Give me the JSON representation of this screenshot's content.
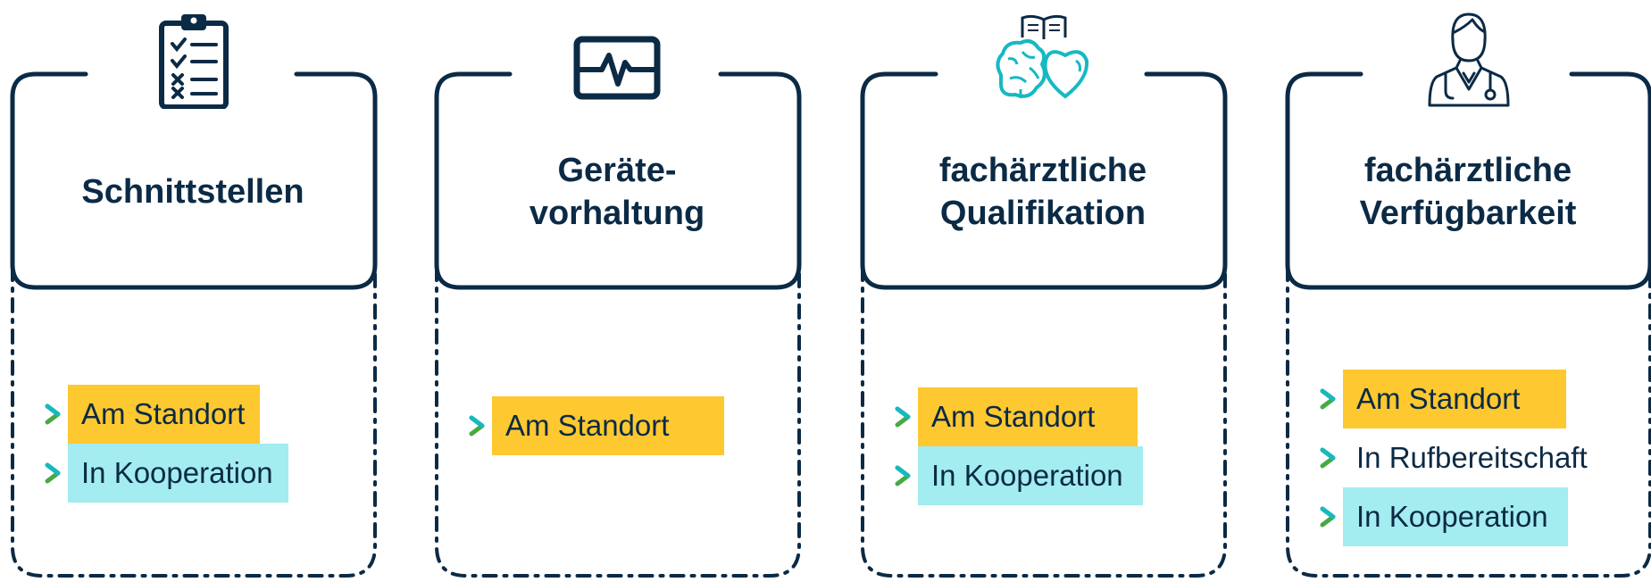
{
  "colors": {
    "navy": "#0b2a45",
    "teal": "#16b9c2",
    "green": "#47a945",
    "highlight_yellow": "#fec830",
    "highlight_cyan": "#a3ecf0"
  },
  "cards": [
    {
      "icon": "clipboard-checklist-icon",
      "title_lines": [
        "Schnittstellen"
      ],
      "options": [
        {
          "label": "Am Standort",
          "highlight": "yellow"
        },
        {
          "label": "In Kooperation",
          "highlight": "cyan"
        }
      ]
    },
    {
      "icon": "heartbeat-monitor-icon",
      "title_lines": [
        "Geräte-",
        "vorhaltung"
      ],
      "options": [
        {
          "label": "Am Standort",
          "highlight": "yellow"
        }
      ]
    },
    {
      "icon": "brain-book-heart-icon",
      "title_lines": [
        "fachärztliche",
        "Qualifikation"
      ],
      "options": [
        {
          "label": "Am Standort",
          "highlight": "yellow"
        },
        {
          "label": "In Kooperation",
          "highlight": "cyan"
        }
      ]
    },
    {
      "icon": "doctor-stethoscope-icon",
      "title_lines": [
        "fachärztliche",
        "Verfügbarkeit"
      ],
      "options": [
        {
          "label": "Am Standort",
          "highlight": "yellow"
        },
        {
          "label": "In Rufbereitschaft",
          "highlight": "none"
        },
        {
          "label": "In Kooperation",
          "highlight": "cyan"
        }
      ]
    }
  ]
}
